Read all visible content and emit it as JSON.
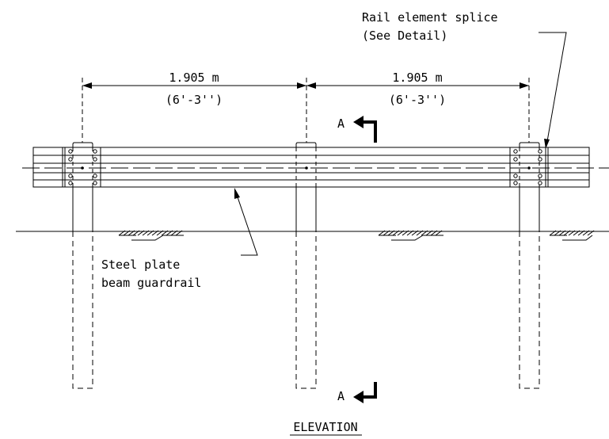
{
  "drawing": {
    "title": "ELEVATION",
    "dimensions": [
      {
        "metric": "1.905 m",
        "imperial": "(6'-3'')"
      },
      {
        "metric": "1.905 m",
        "imperial": "(6'-3'')"
      }
    ],
    "callouts": {
      "splice_line1": "Rail element splice",
      "splice_line2": "(See Detail)",
      "guardrail_line1": "Steel plate",
      "guardrail_line2": "beam guardrail"
    },
    "section_marks": {
      "top": "A",
      "bottom": "A"
    }
  }
}
